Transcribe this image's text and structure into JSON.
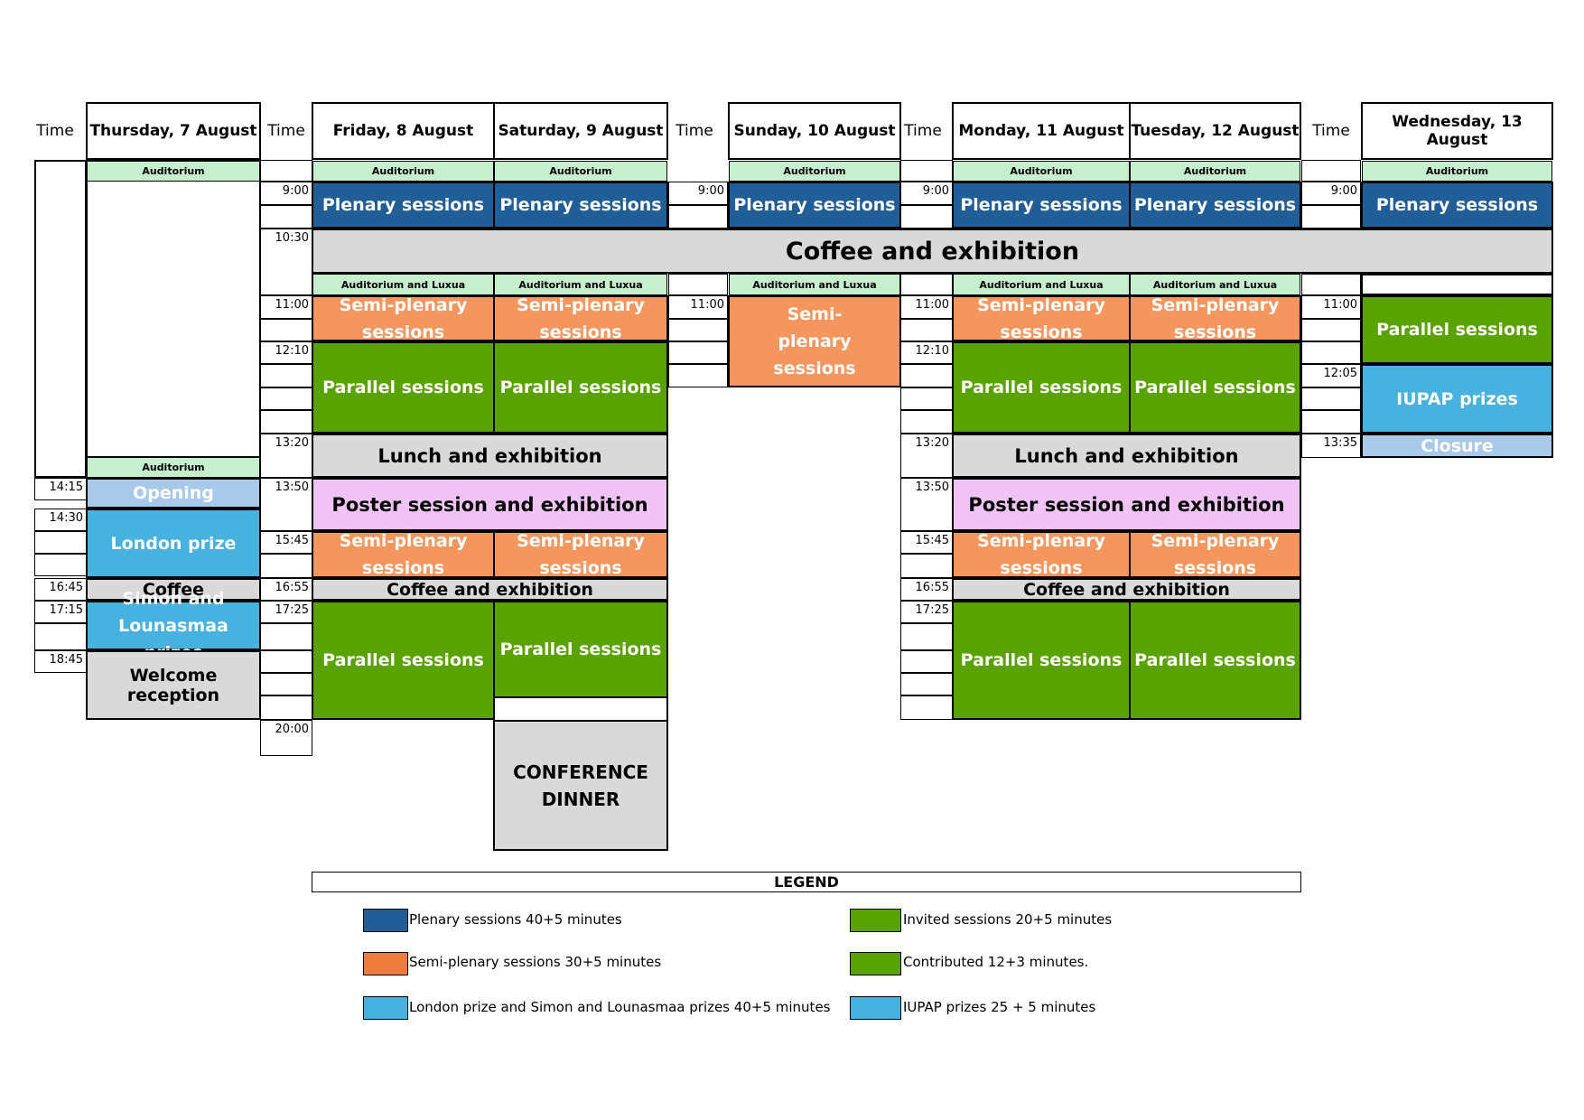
{
  "time_label": "Time",
  "days": {
    "thu": "Thursday, 7 August",
    "fri": "Friday, 8 August",
    "sat": "Saturday, 9 August",
    "sun": "Sunday, 10 August",
    "mon": "Monday, 11 August",
    "tue": "Tuesday, 12 August",
    "wed": "Wednesday, 13 August"
  },
  "rooms": {
    "auditorium": "Auditorium",
    "aud_luxua": "Auditorium and Luxua"
  },
  "times": {
    "t0900": "9:00",
    "t1030": "10:30",
    "t1100": "11:00",
    "t1210": "12:10",
    "t1205": "12:05",
    "t1320": "13:20",
    "t1335": "13:35",
    "t1350": "13:50",
    "t1545": "15:45",
    "t1655": "16:55",
    "t1725": "17:25",
    "t2000": "20:00",
    "t1415": "14:15",
    "t1430": "14:30",
    "t1645": "16:45",
    "t1715": "17:15",
    "t1845": "18:45"
  },
  "events": {
    "plenary": "Plenary sessions",
    "coffee_exhibition": "Coffee and exhibition",
    "semi_plenary": "Semi-plenary sessions",
    "parallel": "Parallel sessions",
    "lunch": "Lunch and exhibition",
    "poster": "Poster session and exhibition",
    "opening": "Opening",
    "london": "London prize",
    "coffee": "Coffee",
    "simon": "Simon and Lounasmaa prizes",
    "welcome": "Welcome reception",
    "dinner": "CONFERENCE DINNER",
    "iupap": "IUPAP prizes",
    "closure": "Closure"
  },
  "legend": {
    "title": "LEGEND",
    "items": [
      {
        "label": "Plenary sessions 40+5 minutes",
        "color": "#215d97"
      },
      {
        "label": "Semi-plenary sessions 30+5 minutes",
        "color": "#ed7d3c"
      },
      {
        "label": "London prize and Simon and Lounasmaa prizes 40+5 minutes",
        "color": "#47b1df"
      },
      {
        "label": "Invited sessions 20+5 minutes",
        "color": "#5aa200"
      },
      {
        "label": "Contributed 12+3 minutes.",
        "color": "#5aa200"
      },
      {
        "label": "IUPAP prizes 25 + 5 minutes",
        "color": "#47b1df"
      }
    ]
  }
}
